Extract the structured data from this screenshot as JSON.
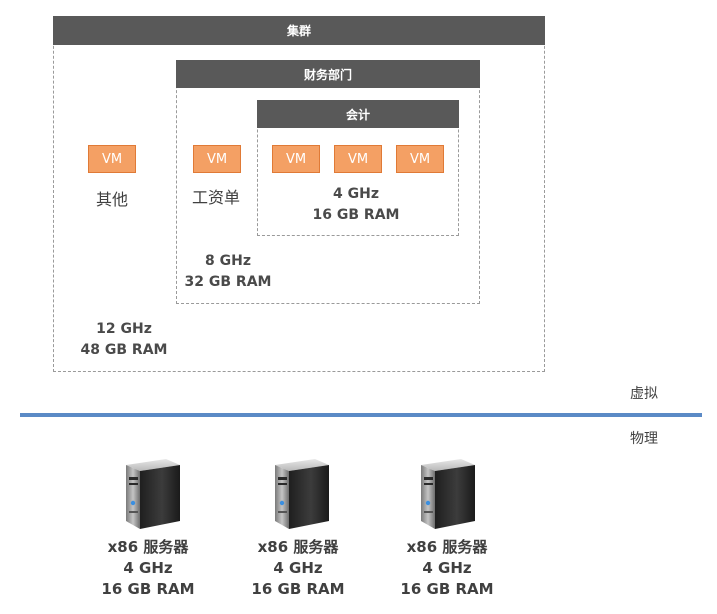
{
  "virtual": {
    "cluster": {
      "title": "集群",
      "other_label": "其他",
      "capacity": [
        "12 GHz",
        "48 GB RAM"
      ]
    },
    "finance": {
      "title": "财务部门",
      "payroll_label": "工资单",
      "capacity": [
        "8 GHz",
        "32 GB RAM"
      ]
    },
    "accounting": {
      "title": "会计",
      "capacity": [
        "4 GHz",
        "16 GB RAM"
      ]
    },
    "vm_label": "VM"
  },
  "layers": {
    "virtual_label": "虚拟",
    "physical_label": "物理"
  },
  "servers": [
    {
      "name": "x86 服务器",
      "cpu": "4 GHz",
      "ram": "16 GB RAM"
    },
    {
      "name": "x86 服务器",
      "cpu": "4 GHz",
      "ram": "16 GB RAM"
    },
    {
      "name": "x86 服务器",
      "cpu": "4 GHz",
      "ram": "16 GB RAM"
    }
  ],
  "colors": {
    "header": "#595959",
    "vm_fill": "#f4a064",
    "divider": "#5b8ac6"
  }
}
